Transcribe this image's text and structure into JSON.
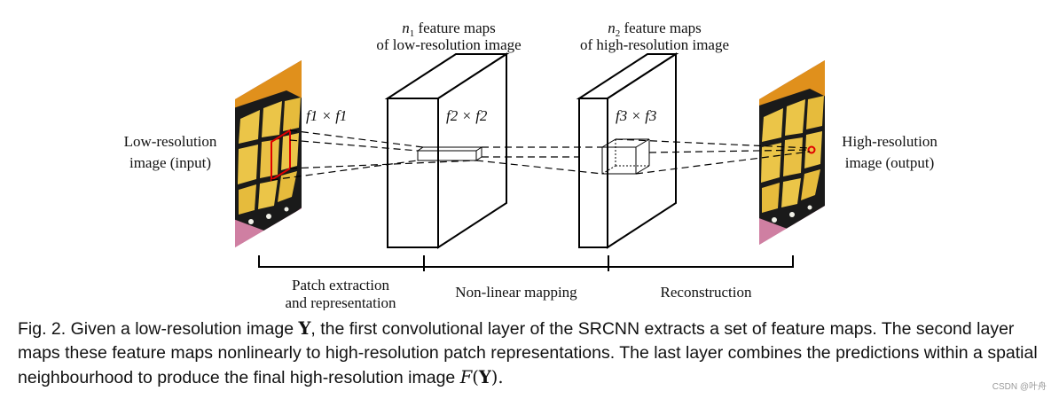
{
  "labels": {
    "input_line1": "Low-resolution",
    "input_line2": "image (input)",
    "output_line1": "High-resolution",
    "output_line2": "image (output)",
    "fmap1_line1": "n",
    "fmap1_sub": "1",
    "fmap1_rest": " feature maps",
    "fmap1_line2": "of low-resolution image",
    "fmap2_line1": "n",
    "fmap2_sub": "2",
    "fmap2_rest": " feature maps",
    "fmap2_line2": "of high-resolution image",
    "filter1": "f1 × f1",
    "filter2": "f2 × f2",
    "filter3": "f3 × f3"
  },
  "stages": {
    "stage1_line1": "Patch extraction",
    "stage1_line2": "and representation",
    "stage2": "Non-linear mapping",
    "stage3": "Reconstruction"
  },
  "caption": {
    "p1": "Fig. 2.  Given a low-resolution image ",
    "Y1": "Y",
    "p2": ", the first convolutional layer of the SRCNN extracts a set of feature maps. The second layer maps these feature maps nonlinearly to high-resolution patch representations. The last layer combines the predictions within a spatial neighbourhood to produce the final high-resolution image ",
    "F": "F",
    "paren_open": "(",
    "Y2": "Y",
    "paren_close": ").",
    "end": ""
  },
  "watermark": "CSDN @叶舟",
  "colors": {
    "patch_highlight": "#e00000",
    "butterfly_orange": "#e0901c",
    "butterfly_yellow": "#ebc548",
    "butterfly_black": "#1a1a1a",
    "background_pink": "#c86d8c"
  }
}
